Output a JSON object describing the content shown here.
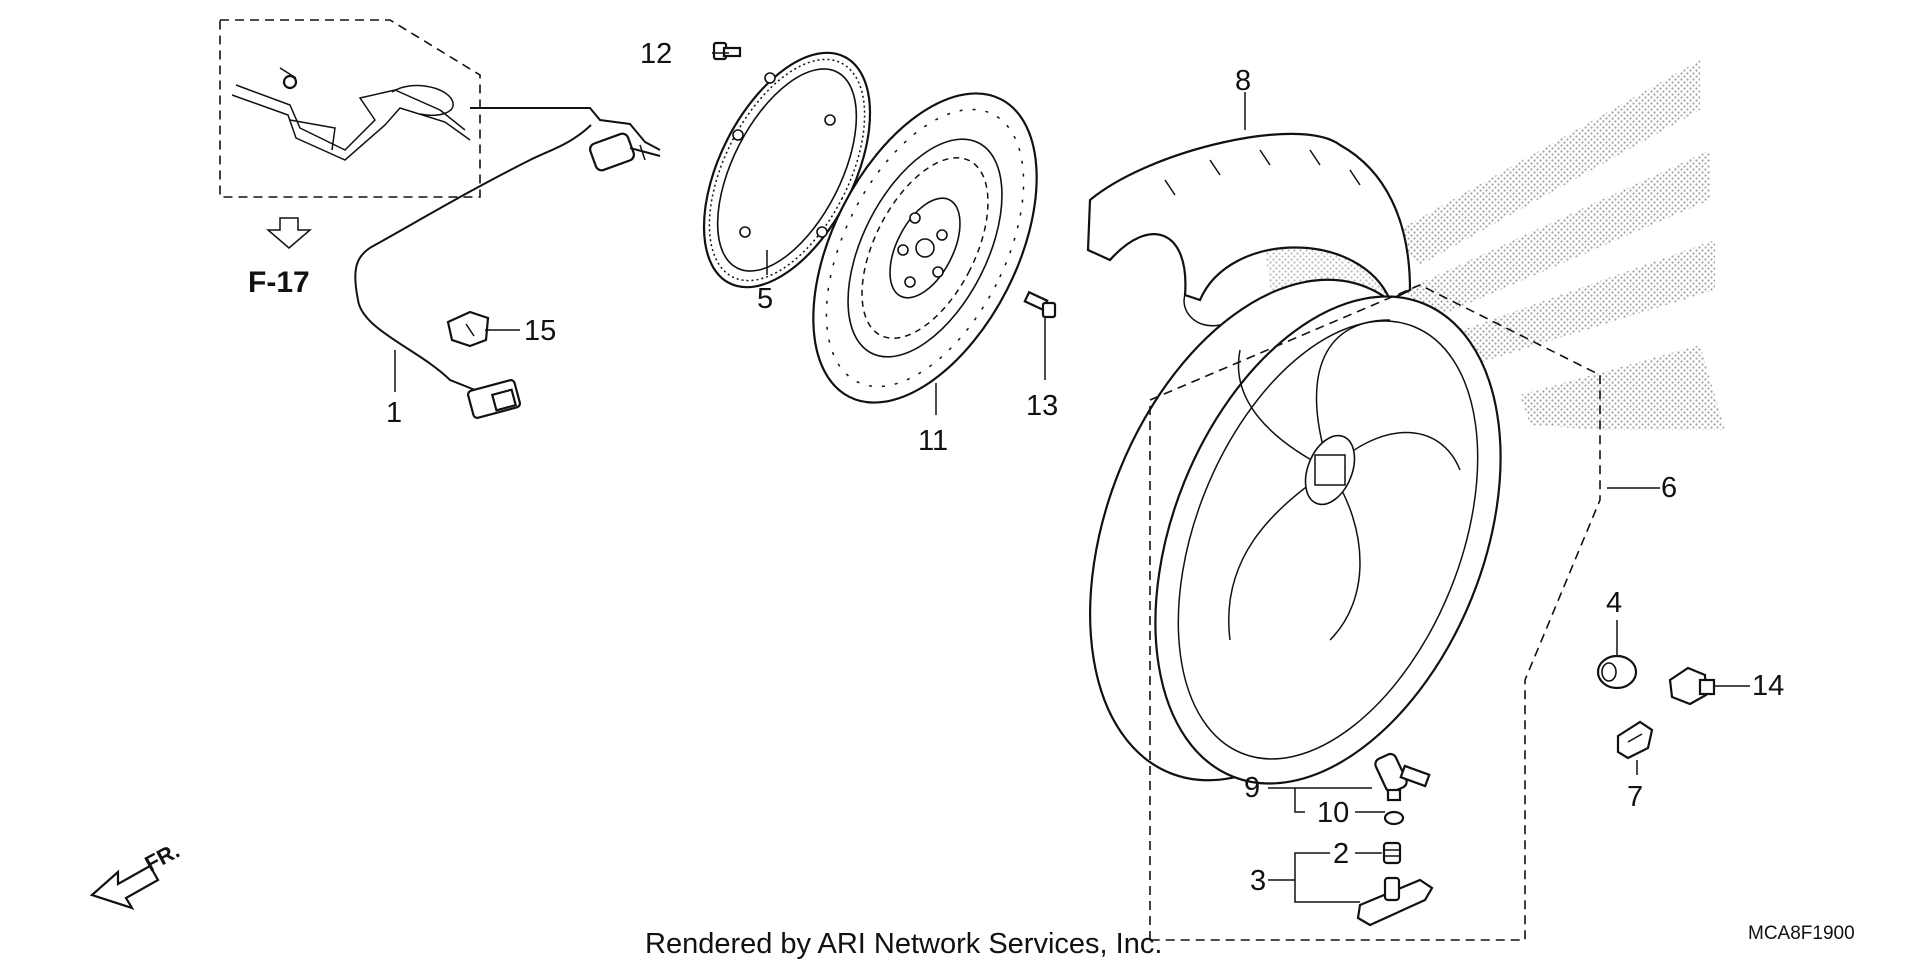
{
  "diagram": {
    "part_labels": [
      {
        "id": "p1",
        "text": "1"
      },
      {
        "id": "p2",
        "text": "2"
      },
      {
        "id": "p3",
        "text": "3"
      },
      {
        "id": "p4",
        "text": "4"
      },
      {
        "id": "p5",
        "text": "5"
      },
      {
        "id": "p6",
        "text": "6"
      },
      {
        "id": "p7",
        "text": "7"
      },
      {
        "id": "p8",
        "text": "8"
      },
      {
        "id": "p9",
        "text": "9"
      },
      {
        "id": "p10",
        "text": "10"
      },
      {
        "id": "p11",
        "text": "11"
      },
      {
        "id": "p12",
        "text": "12"
      },
      {
        "id": "p13",
        "text": "13"
      },
      {
        "id": "p14",
        "text": "14"
      },
      {
        "id": "p15",
        "text": "15"
      }
    ],
    "reference": "F-17",
    "direction": "FR.",
    "credit": "Rendered by ARI Network Services, Inc.",
    "code": "MCA8F1900"
  },
  "colors": {
    "line": "#111111",
    "background": "#ffffff",
    "stipple": "#555555"
  }
}
